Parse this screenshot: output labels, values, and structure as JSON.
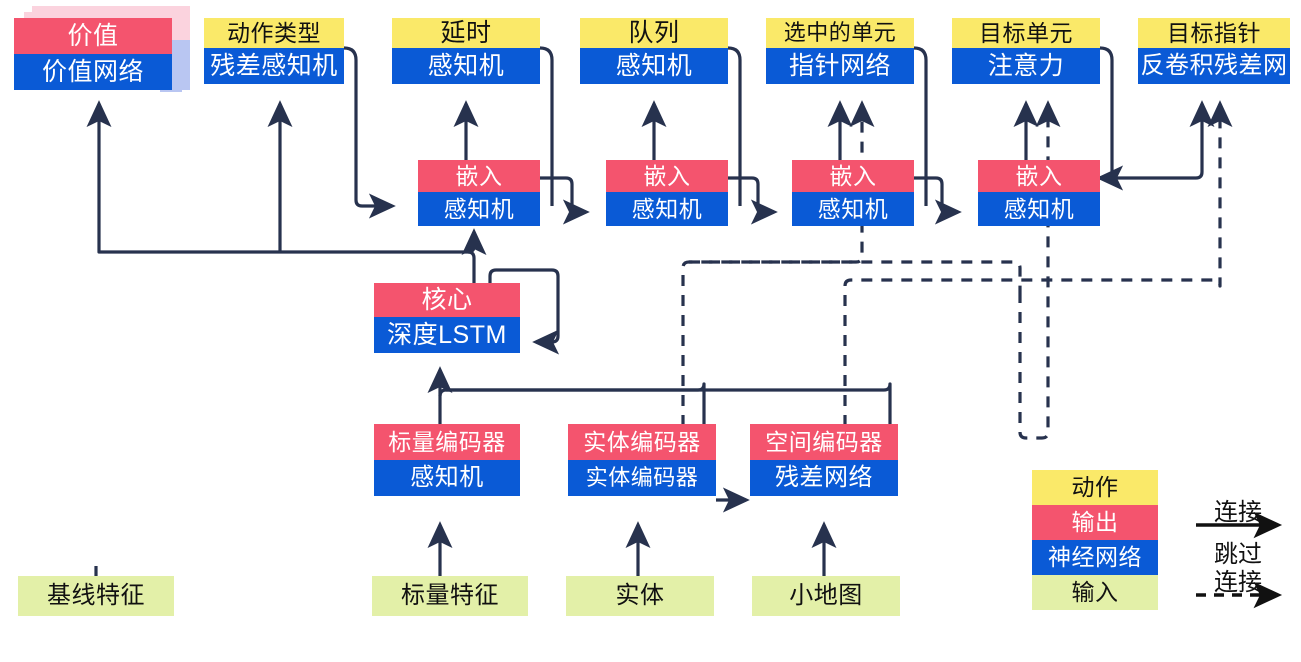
{
  "title": "AlphaStar-style agent architecture diagram (Chinese labels)",
  "colors": {
    "action": "#FAE969",
    "output": "#F4546E",
    "network": "#0A5AD6",
    "input": "#E3F0A8",
    "wire": "#27324E",
    "ghost_pink": "#FBD3DE",
    "ghost_blue": "#B9C6F2"
  },
  "nodes": {
    "value": {
      "top": "价值",
      "bottom": "价值网络"
    },
    "action_type": {
      "top": "动作类型",
      "bottom": "残差感知机"
    },
    "delay": {
      "top": "延时",
      "bottom": "感知机"
    },
    "queued": {
      "top": "队列",
      "bottom": "感知机"
    },
    "selected": {
      "top": "选中的单元",
      "bottom": "指针网络"
    },
    "target_unit": {
      "top": "目标单元",
      "bottom": "注意力"
    },
    "target_point": {
      "top": "目标指针",
      "bottom": "反卷积残差网"
    },
    "embed1": {
      "top": "嵌入",
      "bottom": "感知机"
    },
    "embed2": {
      "top": "嵌入",
      "bottom": "感知机"
    },
    "embed3": {
      "top": "嵌入",
      "bottom": "感知机"
    },
    "embed4": {
      "top": "嵌入",
      "bottom": "感知机"
    },
    "core": {
      "top": "核心",
      "bottom": "深度LSTM"
    },
    "scalar_enc": {
      "top": "标量编码器",
      "bottom": "感知机"
    },
    "entity_enc": {
      "top": "实体编码器",
      "bottom": "实体编码器"
    },
    "spatial_enc": {
      "top": "空间编码器",
      "bottom": "残差网络"
    }
  },
  "inputs": {
    "baseline": "基线特征",
    "scalar": "标量特征",
    "entity": "实体",
    "minimap": "小地图"
  },
  "legend": {
    "swatches": [
      {
        "label": "动作",
        "kind": "action"
      },
      {
        "label": "输出",
        "kind": "output"
      },
      {
        "label": "神经网络",
        "kind": "net"
      },
      {
        "label": "输入",
        "kind": "input"
      }
    ],
    "connection_label": "连接",
    "skip_label_line1": "跳过",
    "skip_label_line2": "连接"
  }
}
